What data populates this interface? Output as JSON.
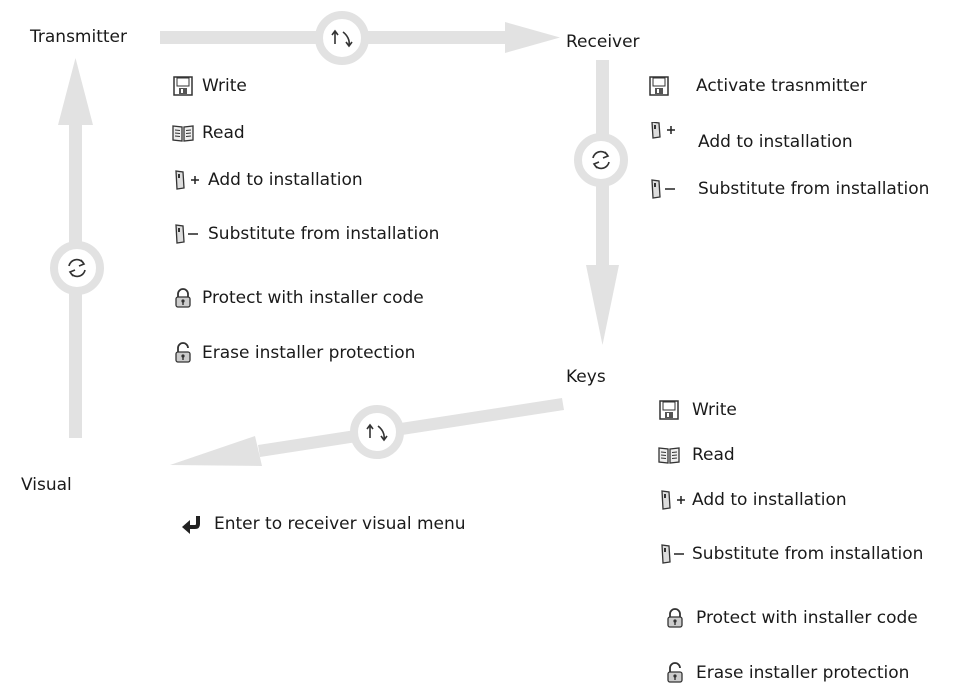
{
  "nodes": {
    "transmitter": "Transmitter",
    "receiver": "Receiver",
    "keys": "Keys",
    "visual": "Visual"
  },
  "transmitter_menu": [
    {
      "icon": "floppy-disk-icon",
      "label": "Write"
    },
    {
      "icon": "open-book-icon",
      "label": "Read"
    },
    {
      "icon": "remote-add-icon",
      "label": "Add to installation"
    },
    {
      "icon": "remote-remove-icon",
      "label": "Substitute from installation"
    },
    {
      "icon": "padlock-closed-icon",
      "label": "Protect with installer code"
    },
    {
      "icon": "padlock-open-icon",
      "label": "Erase installer protection"
    }
  ],
  "receiver_menu": [
    {
      "icon": "floppy-disk-icon",
      "label": "Activate trasnmitter"
    },
    {
      "icon": "remote-add-icon",
      "label": "Add to installation"
    },
    {
      "icon": "remote-remove-icon",
      "label": "Substitute from installation"
    }
  ],
  "keys_menu": [
    {
      "icon": "floppy-disk-icon",
      "label": "Write"
    },
    {
      "icon": "open-book-icon",
      "label": "Read"
    },
    {
      "icon": "remote-add-icon",
      "label": "Add to installation"
    },
    {
      "icon": "remote-remove-icon",
      "label": "Substitute from installation"
    },
    {
      "icon": "padlock-closed-icon",
      "label": "Protect with installer code"
    },
    {
      "icon": "padlock-open-icon",
      "label": "Erase installer protection"
    }
  ],
  "visual_menu": [
    {
      "icon": "enter-return-icon",
      "label": "Enter to receiver visual menu"
    }
  ],
  "colors": {
    "arrow": "#e2e2e2",
    "text": "#1a1a1a",
    "icon": "#333333"
  }
}
